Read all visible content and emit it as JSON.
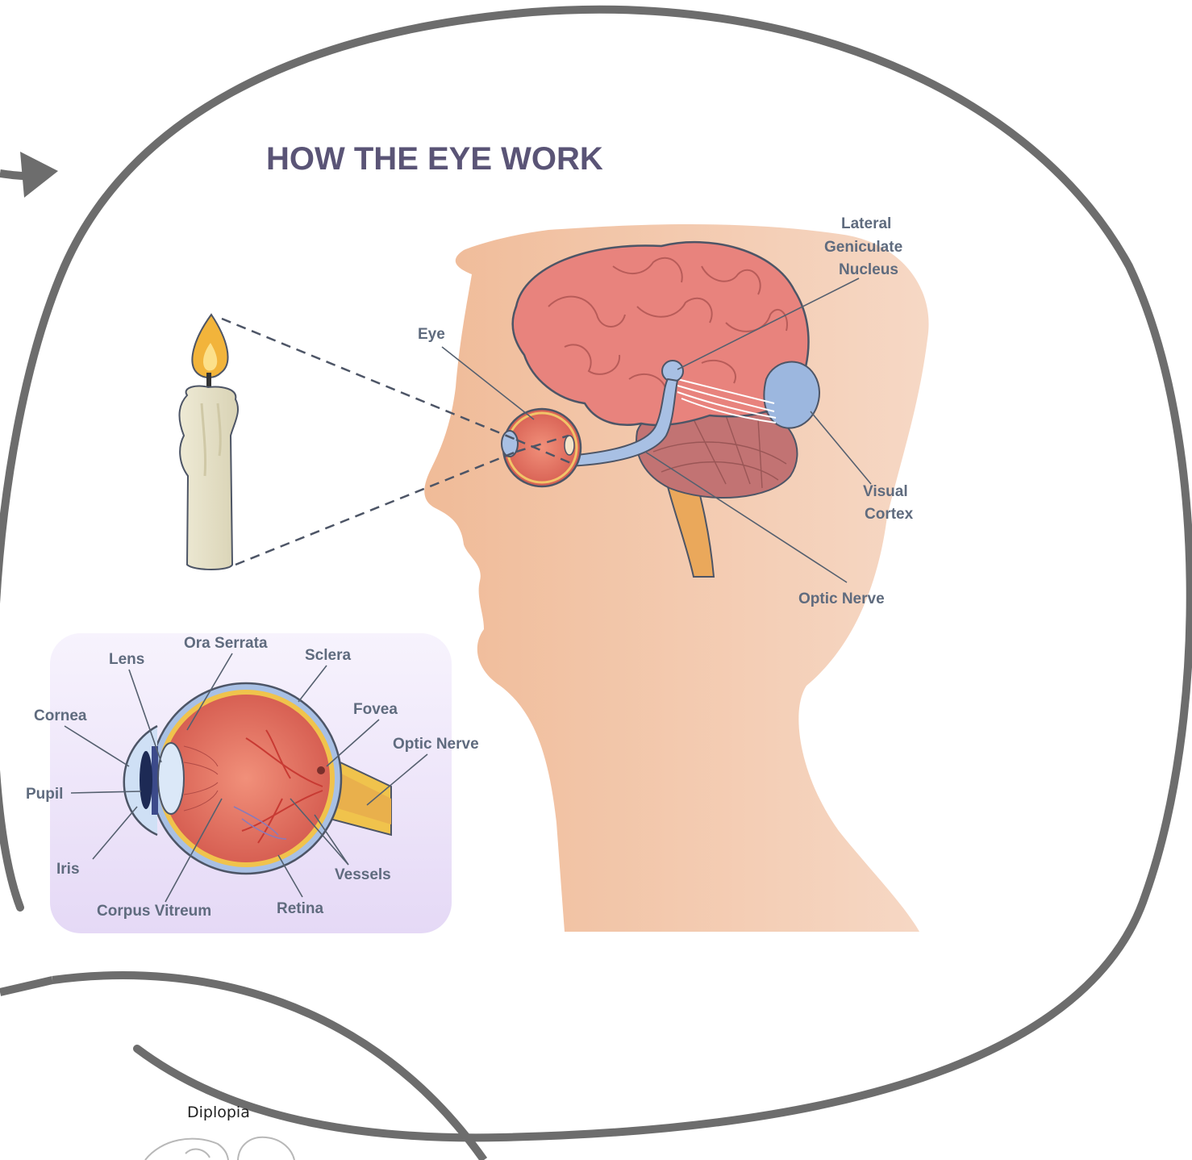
{
  "title": "HOW THE EYE WORK",
  "head_labels": {
    "lgn": [
      "Lateral",
      "Geniculate",
      "Nucleus"
    ],
    "eye": "Eye",
    "visual_cortex": [
      "Visual",
      "Cortex"
    ],
    "optic_nerve": "Optic Nerve"
  },
  "eye_labels": {
    "ora_serrata": "Ora Serrata",
    "lens": "Lens",
    "sclera": "Sclera",
    "fovea": "Fovea",
    "cornea": "Cornea",
    "optic_nerve": "Optic Nerve",
    "pupil": "Pupil",
    "iris": "Iris",
    "vessels": "Vessels",
    "corpus_vitreum": "Corpus Vitreum",
    "retina": "Retina"
  },
  "lower_panel": {
    "title": "Diplopia"
  },
  "colors": {
    "bubble_stroke": "#6d6d6d",
    "skin": "#f2c7a8",
    "brain": "#e88a84",
    "cerebellum": "#c77a7a",
    "visual_cortex": "#9fb9e0",
    "nerve": "#e9a95a",
    "panel": "#efe9fb",
    "title": "#5a5476"
  }
}
